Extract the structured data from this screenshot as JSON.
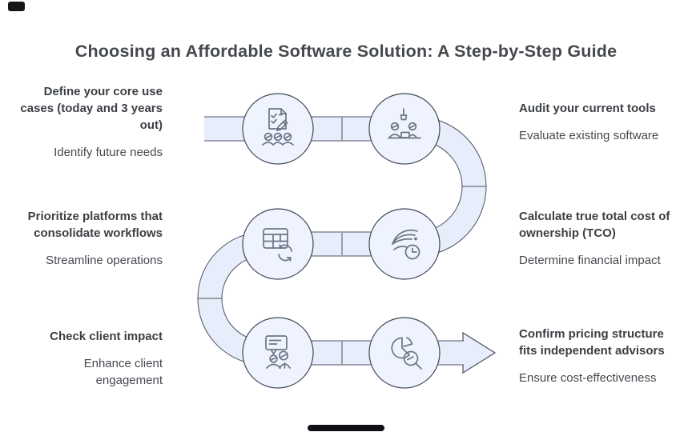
{
  "title": "Choosing an Affordable Software Solution: A Step-by-Step Guide",
  "steps": [
    {
      "side": "left",
      "row": 1,
      "heading": "Define your core use cases (today and 3 years out)",
      "subtext": "Identify future needs",
      "icon": "checklist-team-icon"
    },
    {
      "side": "right",
      "row": 1,
      "heading": "Audit your current tools",
      "subtext": "Evaluate existing software",
      "icon": "meeting-desk-icon"
    },
    {
      "side": "left",
      "row": 2,
      "heading": "Prioritize platforms that consolidate workflows",
      "subtext": "Streamline operations",
      "icon": "table-sync-icon"
    },
    {
      "side": "right",
      "row": 2,
      "heading": "Calculate true total cost of ownership (TCO)",
      "subtext": "Determine financial impact",
      "icon": "wind-clock-icon"
    },
    {
      "side": "left",
      "row": 3,
      "heading": "Check client impact",
      "subtext": "Enhance client engagement",
      "icon": "chat-people-icon"
    },
    {
      "side": "right",
      "row": 3,
      "heading": "Confirm pricing structure fits independent advisors",
      "subtext": "Ensure cost-effectiveness",
      "icon": "pie-magnifier-icon"
    }
  ],
  "flow": {
    "direction": "serpentine-left-to-right",
    "segment_count": 6,
    "end_marker": "arrowhead-right"
  },
  "decor": [
    "top-left-corner-mark",
    "bottom-home-indicator-bar"
  ],
  "colors": {
    "background": "#ffffff",
    "band_fill": "#e7edfb",
    "band_outline": "#4a5160",
    "circle_fill": "#eef3fe",
    "circle_outline": "#3f4654",
    "divider_tick": "#9aa0ab",
    "icon_stroke": "#6d7585",
    "title_text": "#45484d",
    "heading_text": "#3c4045",
    "subtext_text": "#45494f",
    "decor_dark": "#14161a"
  }
}
